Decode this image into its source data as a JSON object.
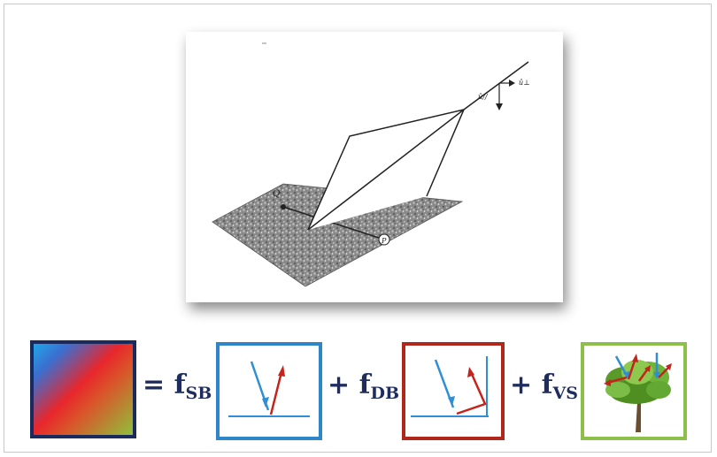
{
  "figure": {
    "label_q": "Q",
    "label_p": "P",
    "label_u_perp": "û⊥",
    "label_u_par": "û//"
  },
  "equation": {
    "eq_sb": {
      "prefix": "= f",
      "sub": "SB"
    },
    "eq_db": {
      "prefix": "+ f",
      "sub": "DB"
    },
    "eq_vs": {
      "prefix": "+ f",
      "sub": "VS"
    }
  },
  "colors": {
    "navy_border": "#1b2a5c",
    "blue_border": "#2e86c8",
    "red_border": "#b2271c",
    "green_border": "#8cc04a",
    "incident_ray": "#2f8fd6",
    "scattered_ray": "#c4241b",
    "text": "#1f2c5e"
  },
  "icons": {
    "gradient_square": "gradient-square-icon",
    "surface_bounce": "surface-bounce-icon",
    "double_bounce": "double-bounce-icon",
    "volume_scatter": "tree-volume-icon"
  }
}
